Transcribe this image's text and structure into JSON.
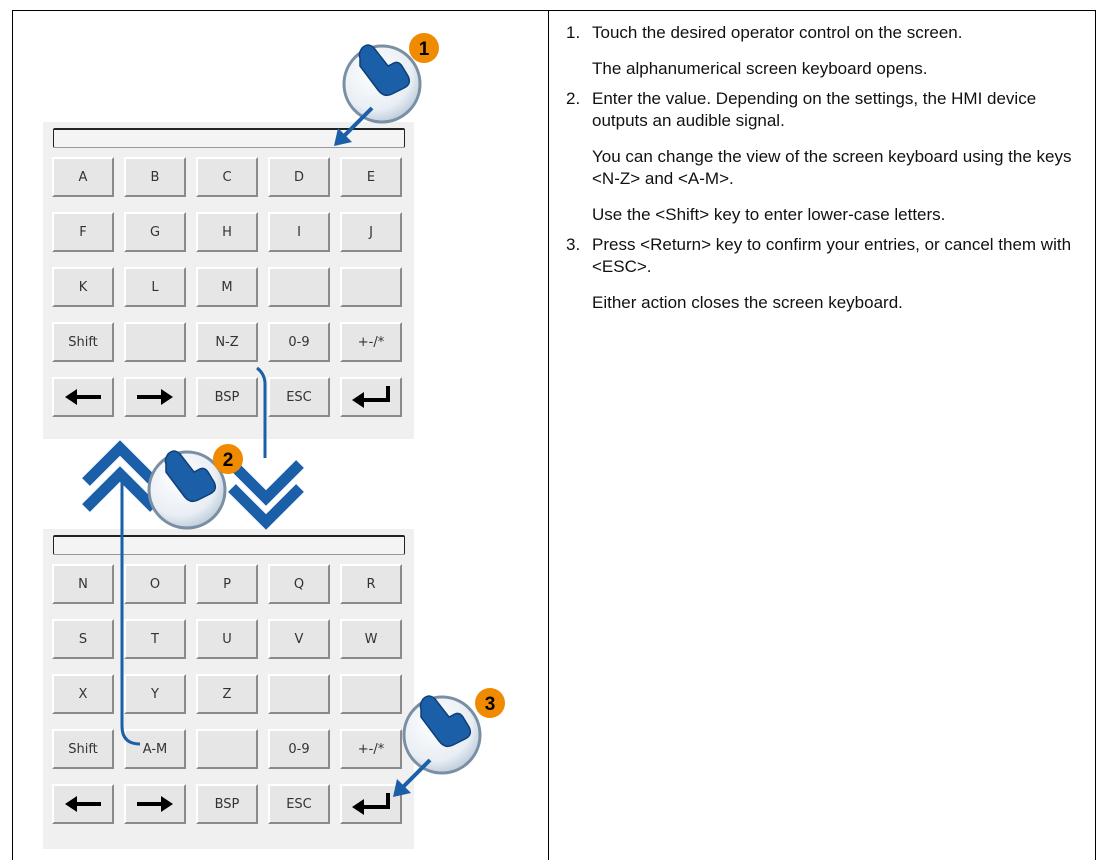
{
  "keyboard_alpha_a_m": {
    "rows": [
      [
        "A",
        "B",
        "C",
        "D",
        "E"
      ],
      [
        "F",
        "G",
        "H",
        "I",
        "J"
      ],
      [
        "K",
        "L",
        "M",
        "",
        ""
      ],
      [
        "Shift",
        "",
        "N-Z",
        "0-9",
        "+-/*"
      ],
      [
        "left-arrow",
        "right-arrow",
        "BSP",
        "ESC",
        "return-arrow"
      ]
    ]
  },
  "keyboard_alpha_n_z": {
    "rows": [
      [
        "N",
        "O",
        "P",
        "Q",
        "R"
      ],
      [
        "S",
        "T",
        "U",
        "V",
        "W"
      ],
      [
        "X",
        "Y",
        "Z",
        "",
        ""
      ],
      [
        "Shift",
        "A-M",
        "",
        "0-9",
        "+-/*"
      ],
      [
        "left-arrow",
        "right-arrow",
        "BSP",
        "ESC",
        "return-arrow"
      ]
    ]
  },
  "callouts": [
    "1",
    "2",
    "3"
  ],
  "instructions": {
    "steps": [
      {
        "number": "1.",
        "text": "Touch the desired operator control on the screen.",
        "results": [
          "The alphanumerical screen keyboard opens."
        ]
      },
      {
        "number": "2.",
        "text": "Enter the value. Depending on the settings, the HMI device outputs an audible signal.",
        "results": [
          "You can change the view of the screen keyboard using the keys <N-Z> and <A-M>.",
          "Use the <Shift> key to enter lower-case letters."
        ]
      },
      {
        "number": "3.",
        "text": "Press <Return> key to confirm your entries, or cancel them with <ESC>.",
        "results": [
          "Either action closes the screen keyboard."
        ]
      }
    ]
  },
  "colors": {
    "accent_blue": "#1a5fa8",
    "callout_orange": "#f08a00",
    "key_face": "#e6e6e6",
    "keyboard_bg": "#f0f0f0"
  }
}
